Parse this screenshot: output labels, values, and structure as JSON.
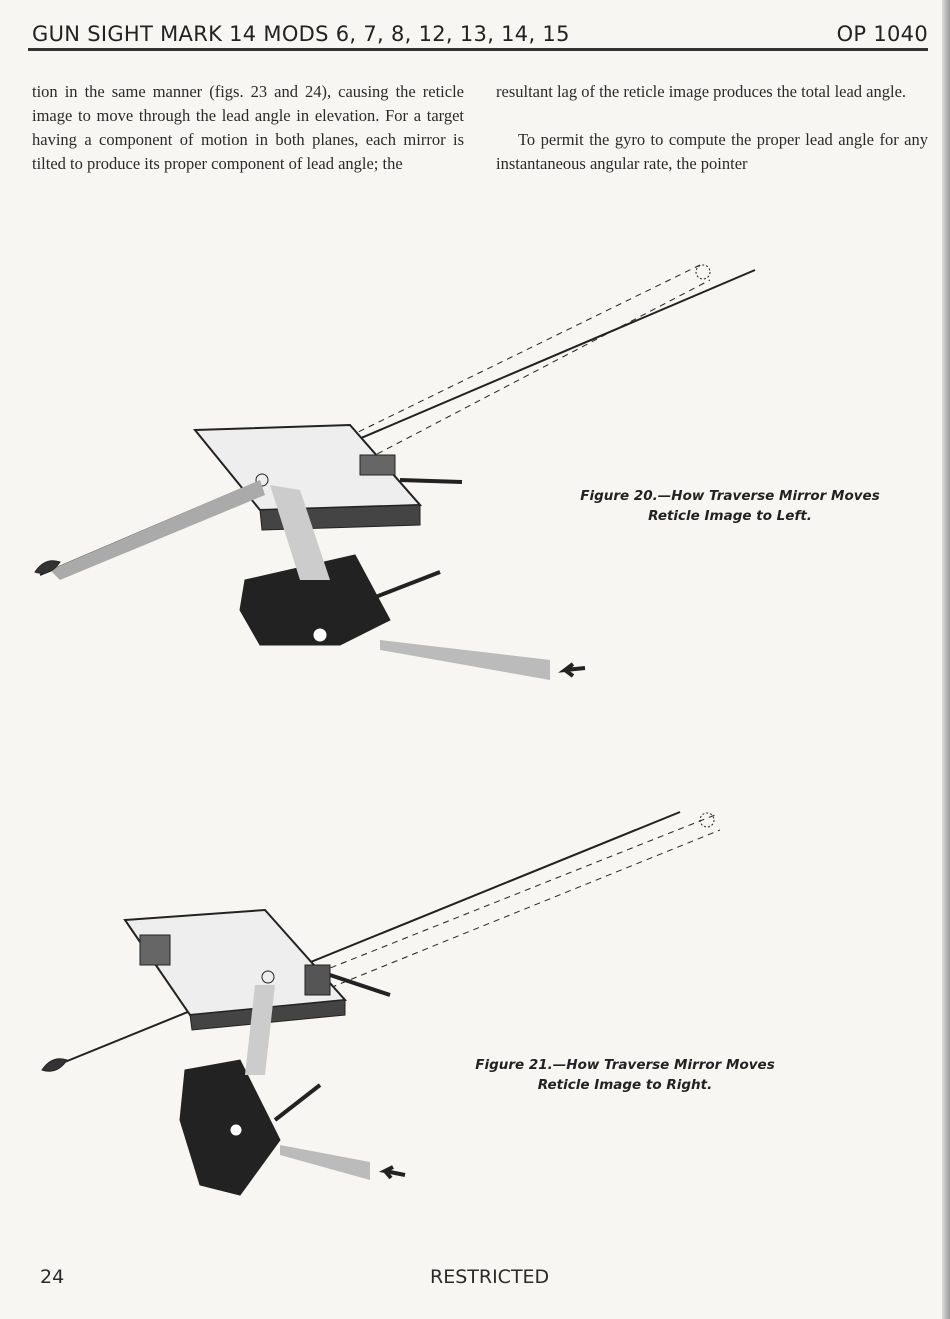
{
  "header": {
    "title": "GUN SIGHT MARK 14 MODS 6, 7, 8, 12, 13, 14, 15",
    "code": "OP 1040"
  },
  "body": {
    "left_column": "tion in the same manner (figs. 23 and 24), causing the reticle image to move through the lead angle in elevation. For a target having a component of motion in both planes, each mirror is tilted to produce its proper component of lead angle; the",
    "right_para1": "resultant lag of the reticle image produces the total lead angle.",
    "right_para2": "To permit the gyro to compute the proper lead angle for any instantaneous angular rate, the pointer"
  },
  "figures": [
    {
      "caption_line1": "Figure 20.—How Traverse Mirror Moves",
      "caption_line2": "Reticle Image to Left."
    },
    {
      "caption_line1": "Figure 21.—How Traverse Mirror Moves",
      "caption_line2": "Reticle Image to Right."
    }
  ],
  "footer": {
    "page_number": "24",
    "classification": "RESTRICTED"
  }
}
